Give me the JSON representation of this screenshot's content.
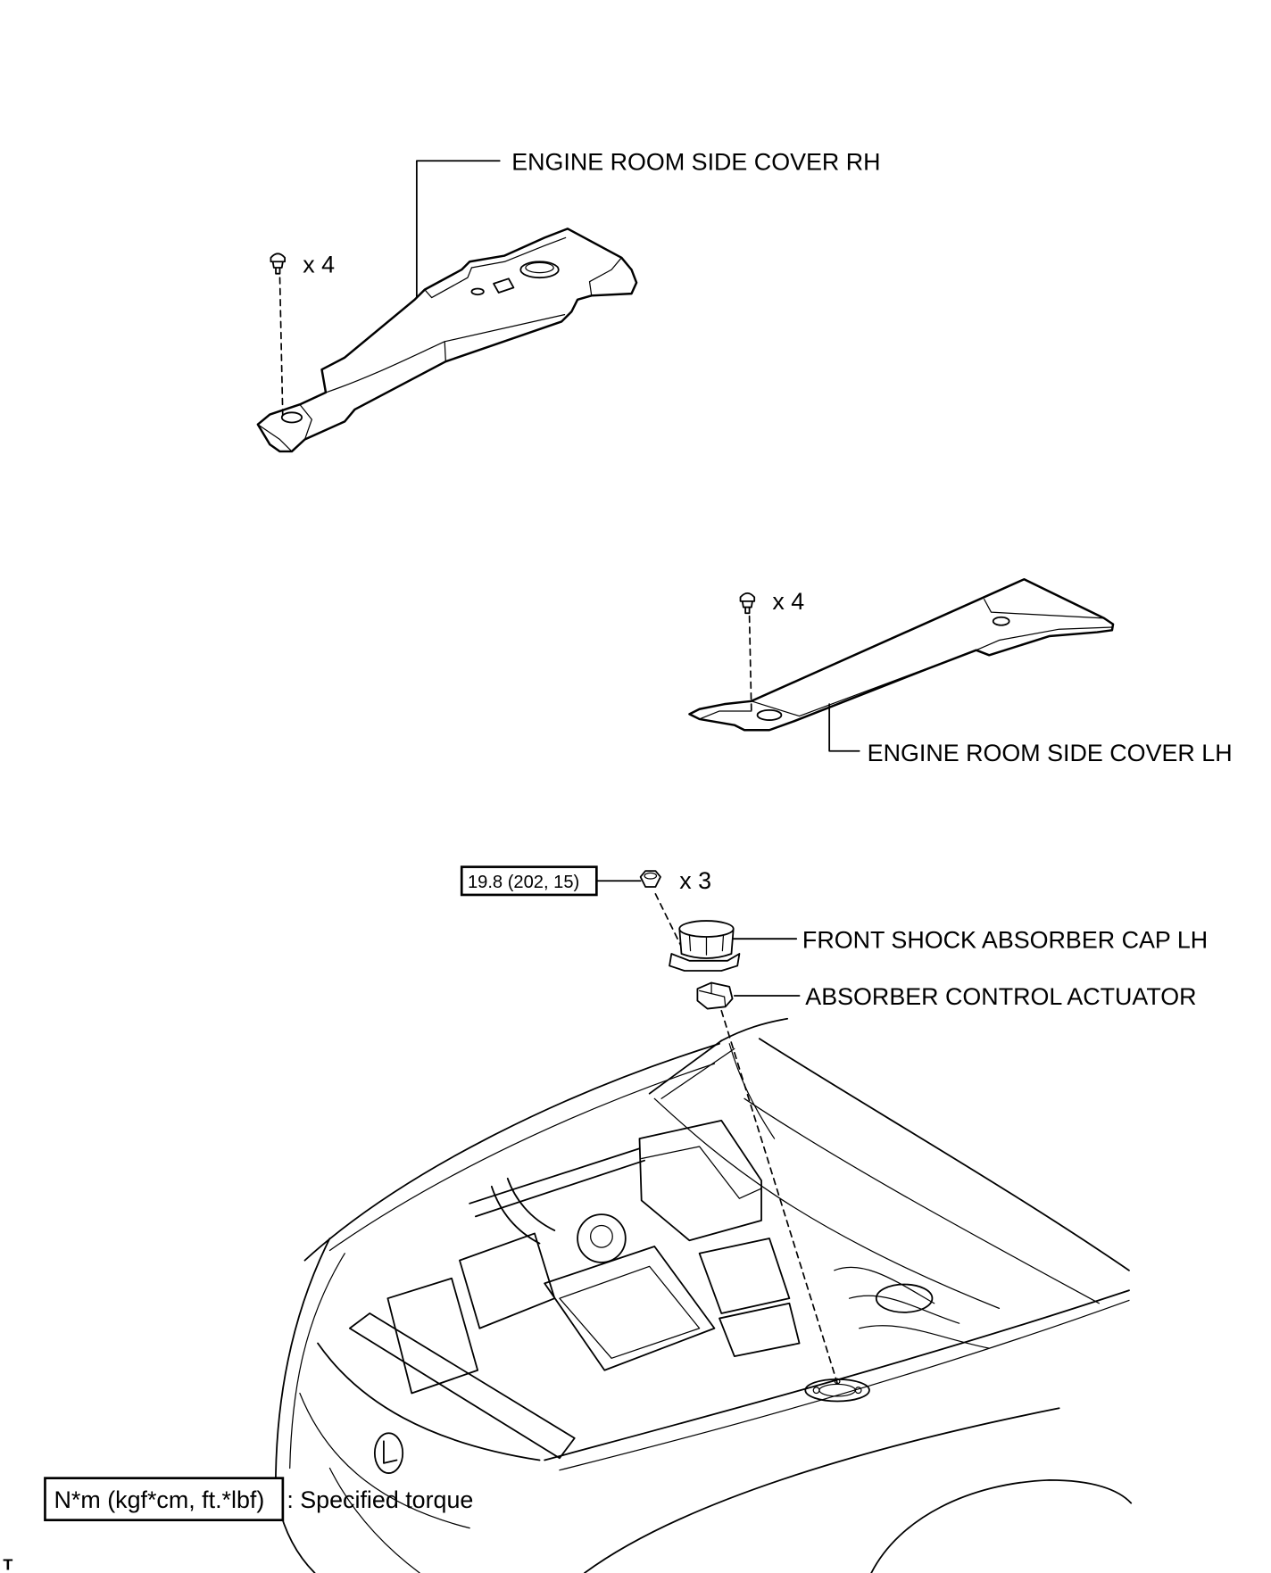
{
  "callouts": {
    "rh_cover": "ENGINE ROOM SIDE COVER RH",
    "rh_clip_qty": "x 4",
    "lh_clip_qty": "x 4",
    "lh_cover": "ENGINE ROOM SIDE COVER LH",
    "torque_spec": "19.8 (202, 15)",
    "nut_qty": "x 3",
    "shock_cap": "FRONT SHOCK ABSORBER CAP LH",
    "actuator": "ABSORBER CONTROL ACTUATOR"
  },
  "legend": {
    "torque_unit": "N*m (kgf*cm, ft.*lbf)",
    "torque_description": ": Specified torque"
  },
  "corner_mark": "T"
}
